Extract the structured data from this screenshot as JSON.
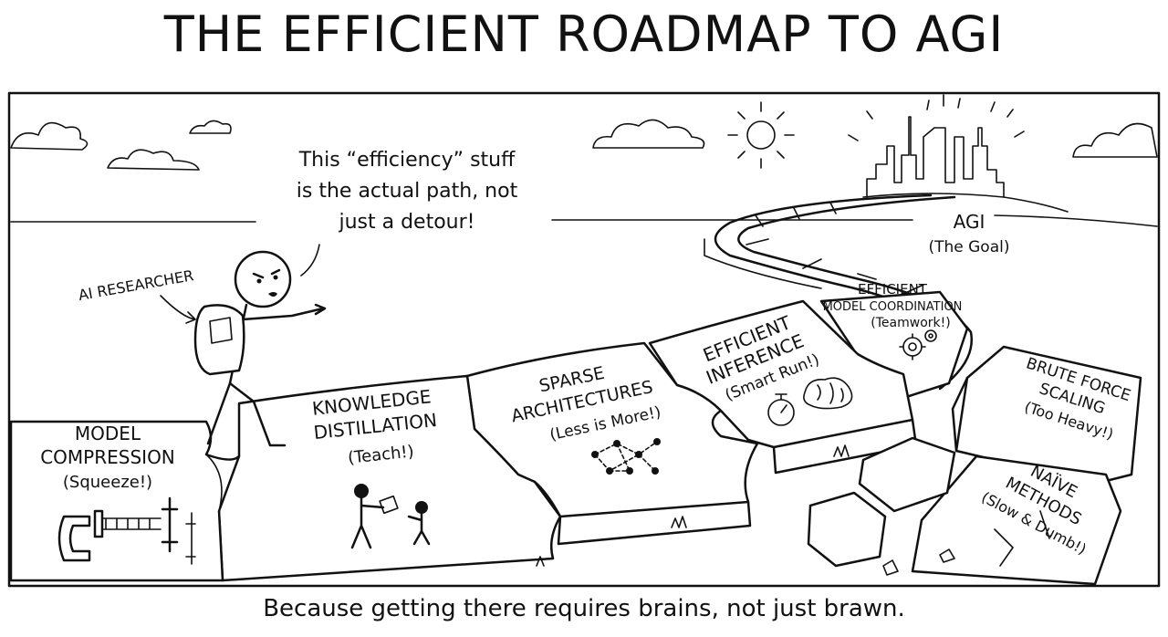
{
  "title": "THE EFFICIENT ROADMAP TO AGI",
  "caption": "Because getting there requires brains, not just brawn.",
  "speech": {
    "line1": "This “efficiency” stuff",
    "line2": "is the actual path, not",
    "line3": "just a detour!"
  },
  "researcher_label": "AI RESEARCHER",
  "goal": {
    "name": "AGI",
    "note": "(The Goal)"
  },
  "tiles": [
    {
      "name1": "MODEL",
      "name2": "COMPRESSION",
      "note": "(Squeeze!)",
      "icon": "clamp-icon"
    },
    {
      "name1": "KNOWLEDGE",
      "name2": "DISTILLATION",
      "note": "(Teach!)",
      "icon": "teacher-student-icon"
    },
    {
      "name1": "SPARSE",
      "name2": "ARCHITECTURES",
      "note": "(Less is More!)",
      "icon": "sparse-network-icon"
    },
    {
      "name1": "EFFICIENT",
      "name2": "INFERENCE",
      "note": "(Smart Run!)",
      "icon": "stopwatch-brain-icon"
    },
    {
      "name1": "EFFICIENT",
      "name2": "MODEL COORDINATION",
      "note": "(Teamwork!)",
      "icon": "gears-icon"
    }
  ],
  "blocks": [
    {
      "name1": "BRUTE FORCE",
      "name2": "SCALING",
      "note": "(Too Heavy!)"
    },
    {
      "name1": "NAÏVE",
      "name2": "METHODS",
      "note": "(Slow & Dumb!)"
    }
  ]
}
